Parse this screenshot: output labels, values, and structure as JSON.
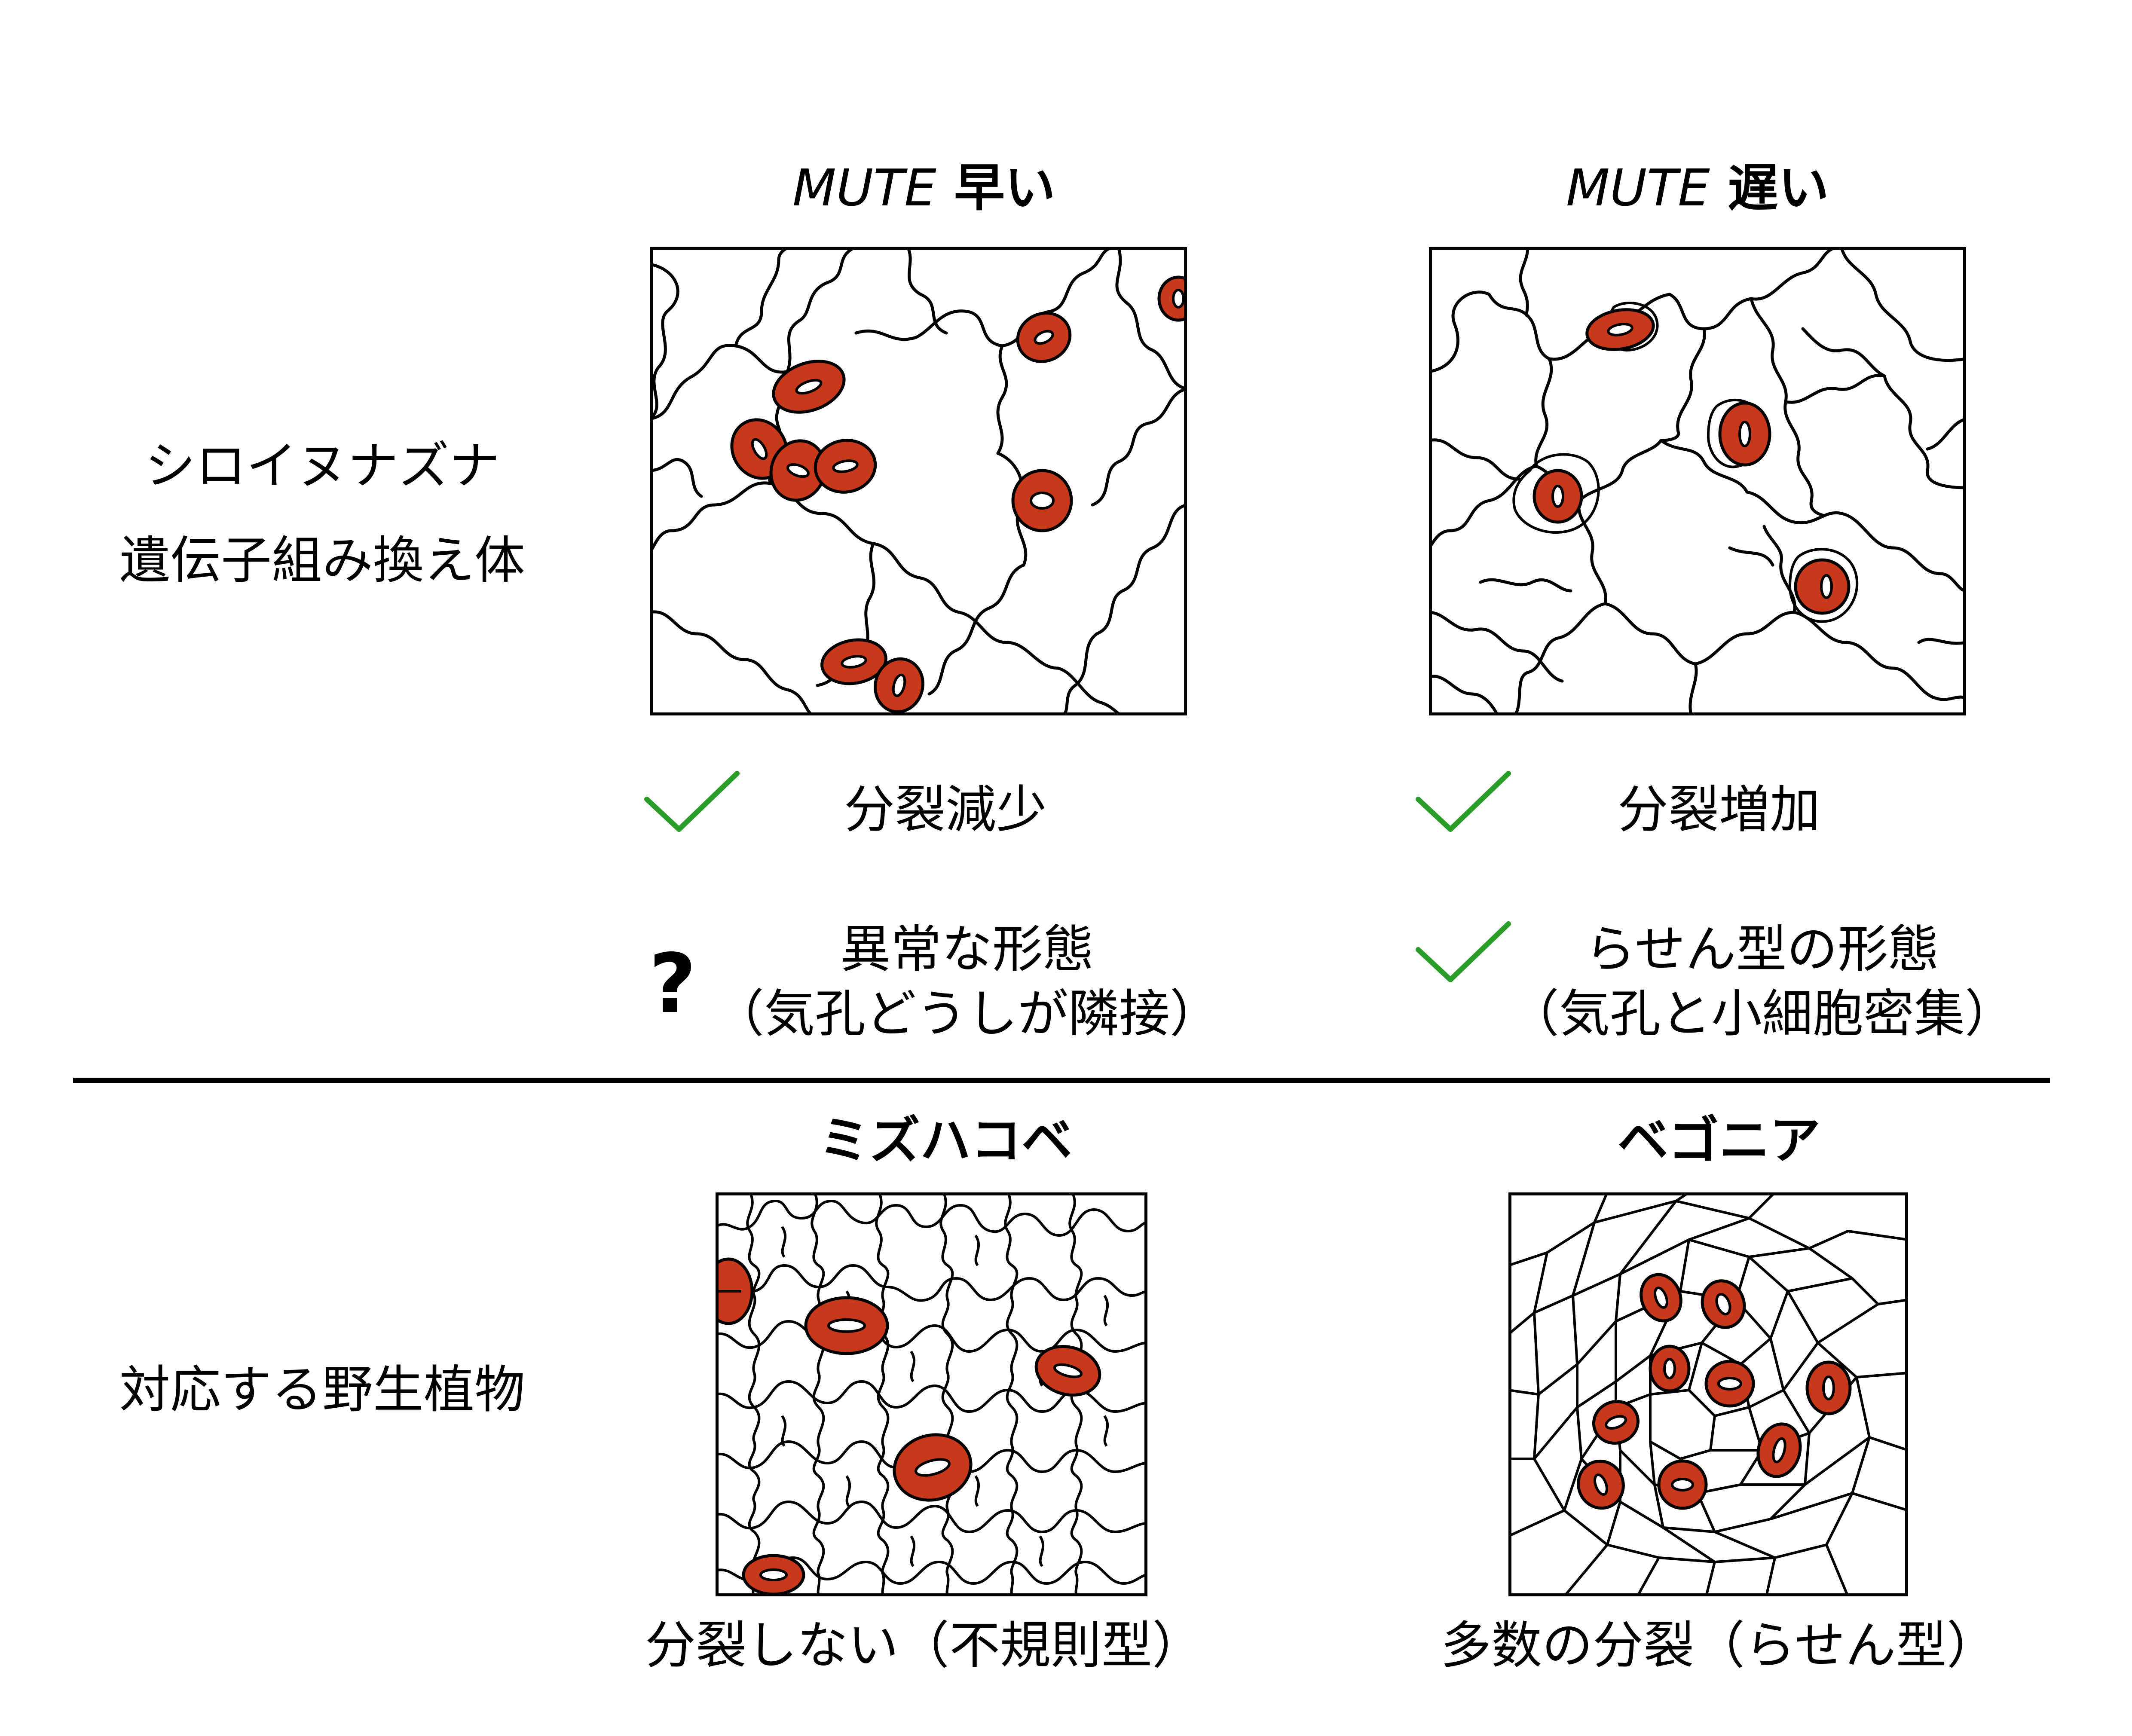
{
  "rows": {
    "transgenic_line1": "シロイヌナズナ",
    "transgenic_line2": "遺伝子組み換え体",
    "wild": "対応する野生植物"
  },
  "top_left": {
    "title_gene": "MUTE",
    "title_suffix": "早い",
    "result1": "分裂減少",
    "result2_line1": "異常な形態",
    "result2_line2": "（気孔どうしが隣接）",
    "result2_mark": "?"
  },
  "top_right": {
    "title_gene": "MUTE",
    "title_suffix": "遅い",
    "result1": "分裂増加",
    "result2_line1": "らせん型の形態",
    "result2_line2": "（気孔と小細胞密集）"
  },
  "bottom_left": {
    "title": "ミズハコベ",
    "caption": "分裂しない（不規則型）"
  },
  "bottom_right": {
    "title": "ベゴニア",
    "caption": "多数の分裂（らせん型）"
  },
  "colors": {
    "stomata": "#c8381b",
    "check": "#2a9d28",
    "outline": "#000000"
  },
  "icons": [
    "check-icon",
    "question-mark"
  ]
}
